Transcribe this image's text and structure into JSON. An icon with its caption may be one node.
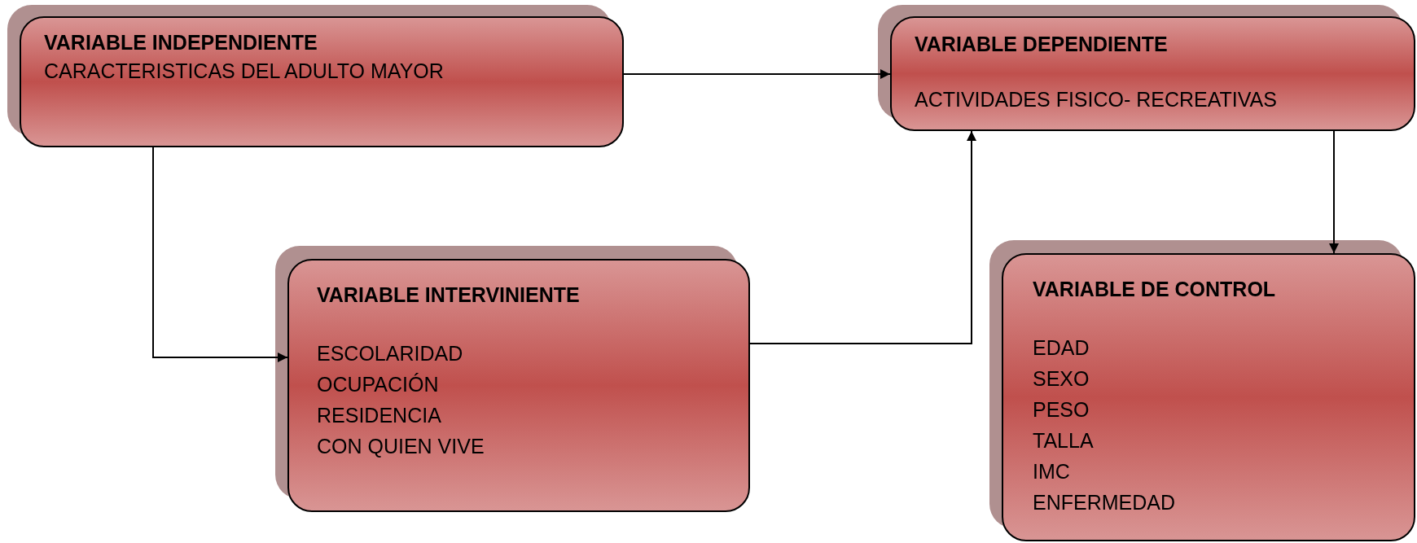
{
  "diagram": {
    "nodes": [
      {
        "text": [
          "VARIABLE INDEPENDIENTE",
          "CARACTERISTICAS DEL ADULTO MAYOR"
        ]
      },
      {
        "text": [
          "VARIABLE DEPENDIENTE",
          "ACTIVIDADES FISICO- RECREATIVAS"
        ]
      },
      {
        "text": [
          "VARIABLE INTERVINIENTE",
          "ESCOLARIDAD",
          "OCUPACIÓN",
          "RESIDENCIA",
          "CON QUIEN VIVE"
        ]
      },
      {
        "text": [
          "VARIABLE DE CONTROL",
          "EDAD",
          "SEXO",
          "PESO",
          "TALLA",
          "IMC",
          "ENFERMEDAD"
        ]
      }
    ],
    "edges": [
      {
        "from": 0,
        "to": 1,
        "arrow": "to"
      },
      {
        "from": 0,
        "to": 2,
        "arrow": "to"
      },
      {
        "from": 2,
        "to": 1,
        "arrow": "to"
      },
      {
        "from": 1,
        "to": 3,
        "arrow": "to"
      }
    ]
  }
}
